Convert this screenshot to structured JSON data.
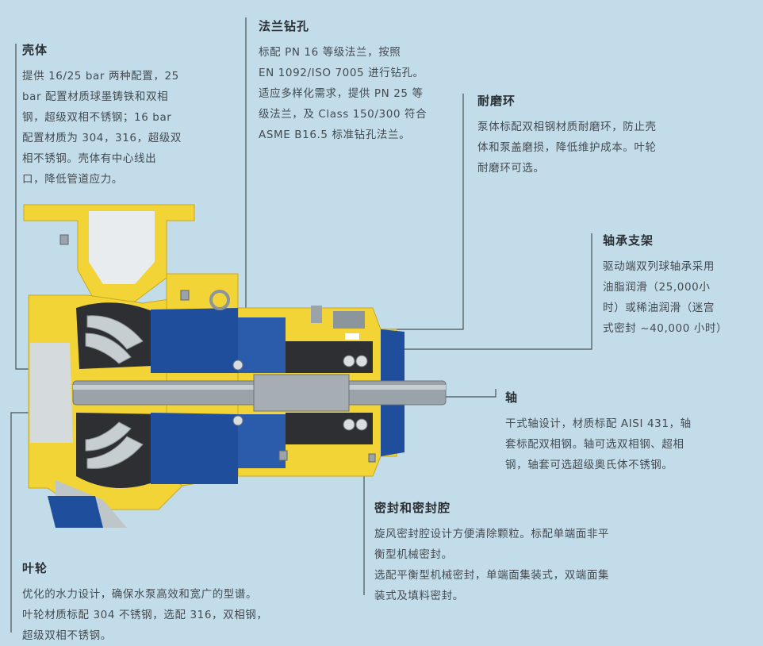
{
  "callouts": {
    "casing": {
      "title": "壳体",
      "lines": [
        "提供 16/25 bar 两种配置，25",
        "bar 配置材质球墨铸铁和双相",
        "钢，超级双相不锈钢；16 bar",
        "配置材质为 304，316，超级双",
        "相不锈钢。壳体有中心线出",
        "口，降低管道应力。"
      ]
    },
    "flange": {
      "title": "法兰钻孔",
      "lines": [
        "标配 PN 16 等级法兰，按照",
        "EN 1092/ISO 7005 进行钻孔。",
        "适应多样化需求，提供 PN 25 等",
        "级法兰，及 Class 150/300 符合",
        "ASME B16.5 标准钻孔法兰。"
      ]
    },
    "wear_ring": {
      "title": "耐磨环",
      "lines": [
        "泵体标配双相钢材质耐磨环，防止壳",
        "体和泵盖磨损，降低维护成本。叶轮",
        "耐磨环可选。"
      ]
    },
    "bearing": {
      "title": "轴承支架",
      "lines": [
        "驱动端双列球轴承采用",
        "油脂润滑（25,000小",
        "时）或稀油润滑（迷宫",
        "式密封 ~40,000 小时）"
      ]
    },
    "shaft": {
      "title": "轴",
      "lines": [
        "干式轴设计，材质标配 AISI 431，轴",
        "套标配双相钢。轴可选双相钢、超相",
        "钢，轴套可选超级奥氏体不锈钢。"
      ]
    },
    "seal": {
      "title": "密封和密封腔",
      "lines": [
        "旋风密封腔设计方便清除颗粒。标配单端面非平",
        "衡型机械密封。",
        "选配平衡型机械密封，单端面集装式，双端面集",
        "装式及填料密封。"
      ]
    },
    "impeller": {
      "title": "叶轮",
      "lines": [
        "优化的水力设计，确保水泵高效和宽广的型谱。",
        "叶轮材质标配 304 不锈钢，选配 316，双相钢，",
        "超级双相不锈钢。"
      ]
    }
  },
  "colors": {
    "background": "#c2dde9",
    "casing_yellow": "#f2d437",
    "bearing_blue": "#1f4f9c",
    "shaft_gray": "#9aa3aa",
    "leader_line": "#4a4f55"
  }
}
